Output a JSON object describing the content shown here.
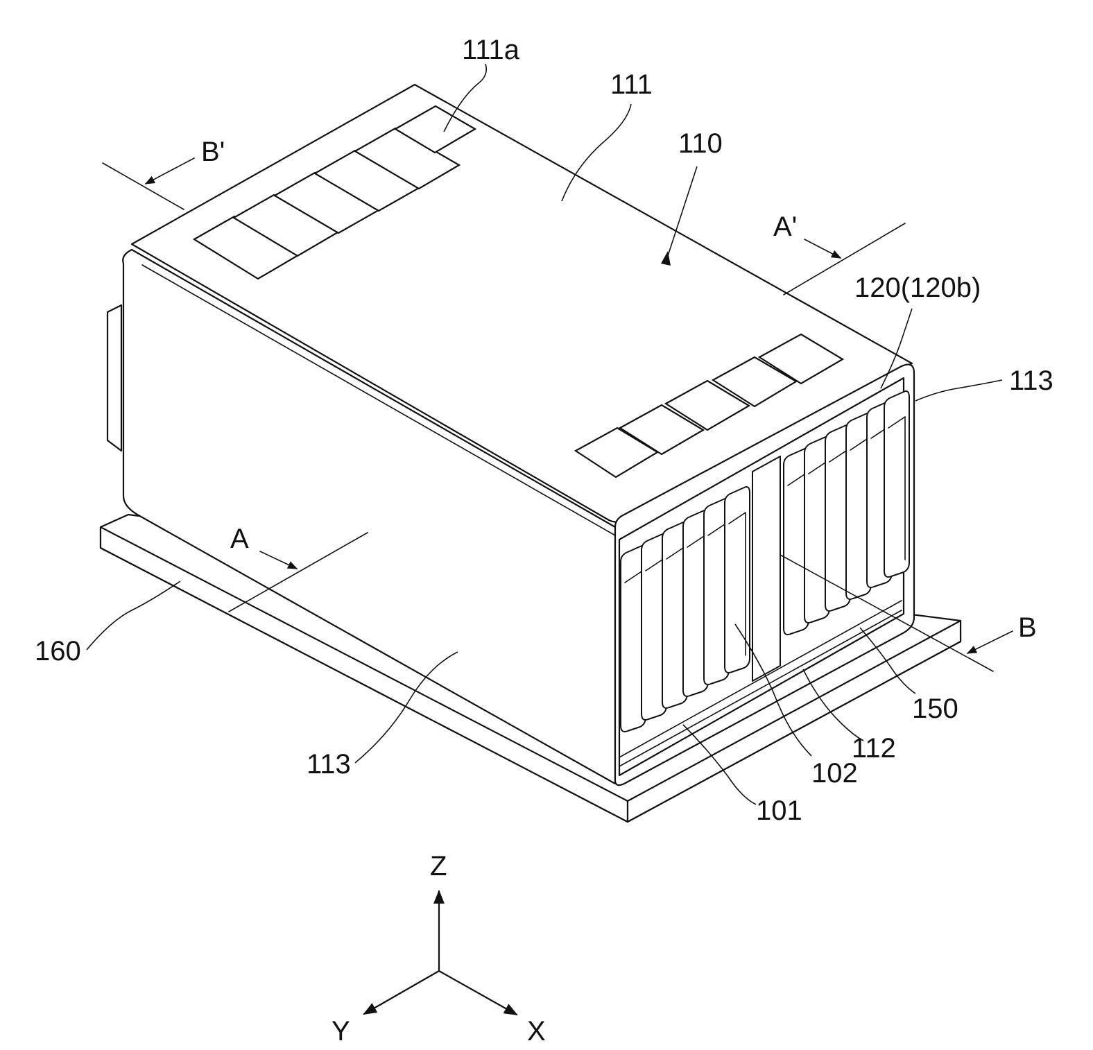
{
  "labels": {
    "top_vent": "111a",
    "top_plate": "111",
    "housing": "110",
    "section_b_prime": "B'",
    "section_a_prime": "A'",
    "cooling_part": "120(120b)",
    "side_plate_right": "113",
    "side_plate_front": "113",
    "base_plate": "160",
    "section_a": "A",
    "section_b": "B",
    "bottom_part": "150",
    "bottom_plate": "112",
    "cell_102": "102",
    "cell_101": "101"
  },
  "axes": {
    "z": "Z",
    "y": "Y",
    "x": "X"
  }
}
